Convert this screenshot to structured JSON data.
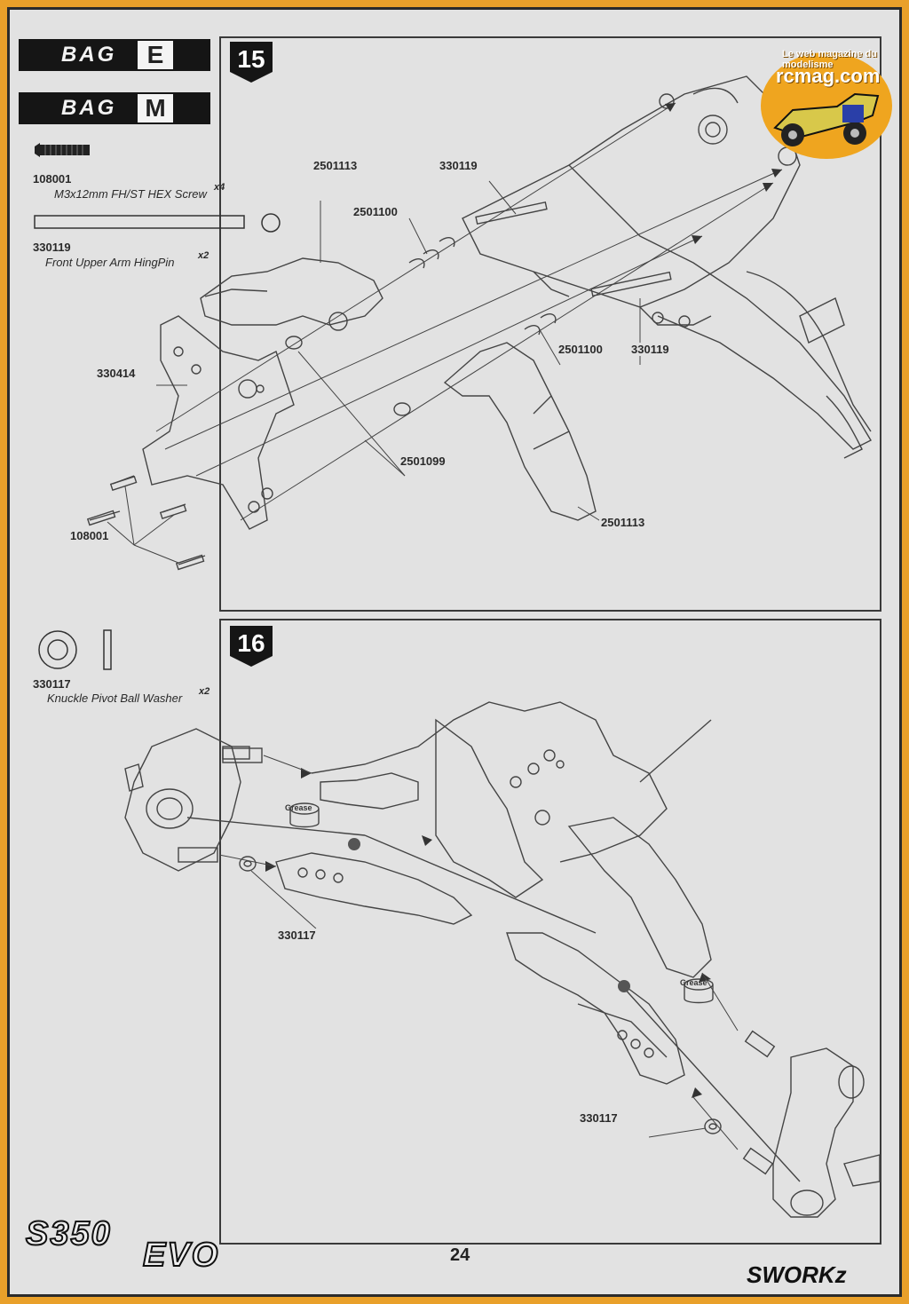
{
  "bags": [
    {
      "label": "BAG",
      "letter": "E"
    },
    {
      "label": "BAG",
      "letter": "M"
    }
  ],
  "step15": {
    "number": "15",
    "parts": [
      {
        "code": "108001",
        "desc": "M3x12mm FH/ST HEX Screw",
        "qty": "x4"
      },
      {
        "code": "330119",
        "desc": "Front Upper Arm HingPin",
        "qty": "x2"
      }
    ],
    "callouts": [
      "2501113",
      "330119",
      "2501100",
      "330414",
      "2501100",
      "330119",
      "2501099",
      "108001",
      "2501113"
    ]
  },
  "step16": {
    "number": "16",
    "parts": [
      {
        "code": "330117",
        "desc": "Knuckle Pivot Ball Washer",
        "qty": "x2"
      }
    ],
    "callouts": [
      "330117",
      "330117"
    ],
    "grease_label": "Grease"
  },
  "footer": {
    "model": "S350",
    "model_suffix": "EVO",
    "page_number": "24",
    "brand": "SWORKz"
  },
  "watermark": {
    "site": "rcmag.com",
    "tagline": "Le web magazine du modelisme"
  },
  "colors": {
    "frame": "#e9a02a",
    "paper": "#e2e2e2",
    "ink": "#222222",
    "watermark_text": "#ffffff"
  }
}
